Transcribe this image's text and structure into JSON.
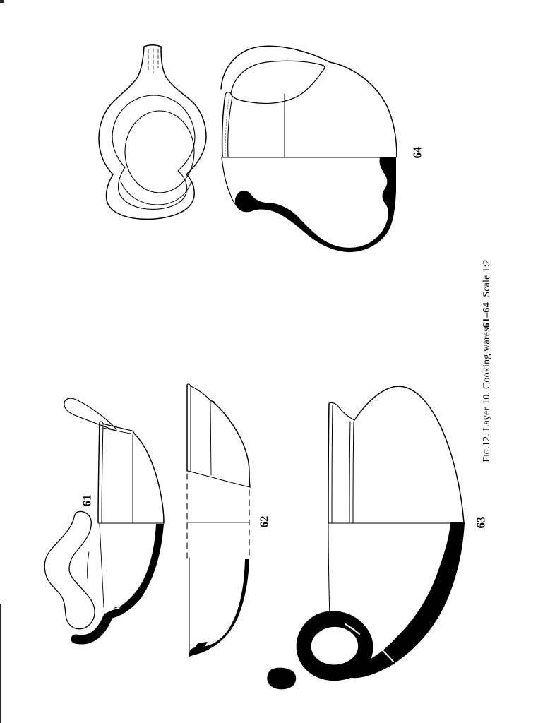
{
  "colors": {
    "ink": "#000000",
    "paper": "#ffffff"
  },
  "vessels": [
    {
      "number": "61"
    },
    {
      "number": "62"
    },
    {
      "number": "63"
    },
    {
      "number": "64"
    }
  ],
  "caption": {
    "fig_label": "Fig.",
    "body": " 12. Layer 10. Cooking wares ",
    "range": "61–64",
    "suffix": ". Scale 1:2"
  }
}
